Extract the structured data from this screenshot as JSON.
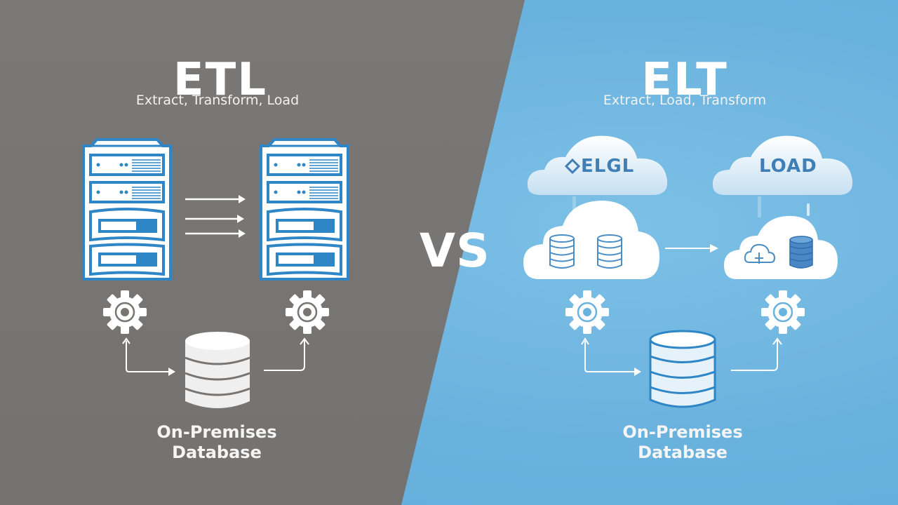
{
  "colors": {
    "left_bg": "#777573",
    "right_bg": "#6ab2de",
    "server_blue": "#2f86c6",
    "text": "#ffffff",
    "cloud_text": "#3f7fb6"
  },
  "etl": {
    "title": "ETL",
    "subtitle": "Extract, Transform, Load",
    "source_icon": "server-rack-icon",
    "target_icon": "server-rack-icon",
    "flow_arrows": 3,
    "process_icons": [
      "gear-icon",
      "gear-icon"
    ],
    "database_icon": "database-icon",
    "database_label_line1": "On-Premises",
    "database_label_line2": "Database"
  },
  "separator": {
    "label": "VS"
  },
  "elt": {
    "title": "ELT",
    "subtitle": "Extract, Load, Transform",
    "top_cloud_left_label": "ELGL",
    "top_cloud_right_label": "LOAD",
    "source_cloud_icons": [
      "database-icon",
      "database-icon"
    ],
    "target_cloud_icons": [
      "cloud-upload-icon",
      "database-icon"
    ],
    "process_icons": [
      "gear-icon",
      "gear-icon"
    ],
    "database_icon": "database-icon",
    "database_label_line1": "On-Premises",
    "database_label_line2": "Database"
  }
}
